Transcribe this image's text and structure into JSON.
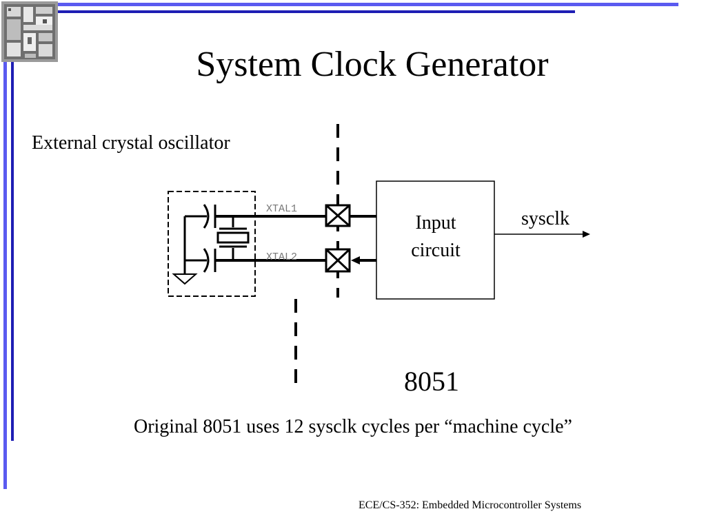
{
  "slide": {
    "title": "System Clock Generator",
    "subtitle": "External crystal oscillator",
    "chip_label": "8051",
    "note": "Original 8051 uses 12 sysclk cycles per “machine cycle”",
    "footer": "ECE/CS-352: Embedded Microcontroller Systems"
  },
  "diagram": {
    "block_line1": "Input",
    "block_line2": "circuit",
    "output_label": "sysclk",
    "pin1": "XTAL1",
    "pin2": "XTAL2"
  },
  "colors": {
    "accent_bar": "#5a5af0",
    "accent_bar_dark": "#1e1eb4",
    "chip_logo": "#808080"
  }
}
